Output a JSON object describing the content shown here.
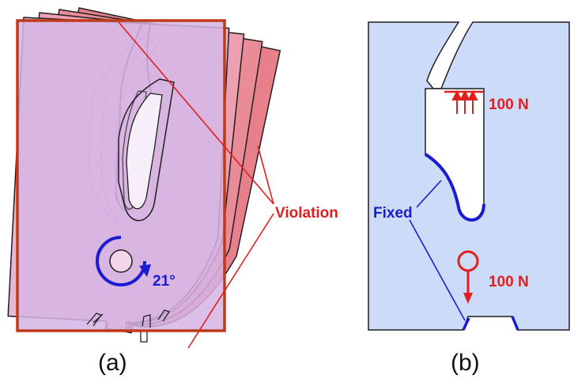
{
  "panel_a": {
    "caption": "(a)",
    "rotation_label": "21°",
    "violation_label": "Violation",
    "colors": {
      "sheet": "#e8808c",
      "sheet_front": "#d6b4e4",
      "boundary": "#c03a1a",
      "rotation": "#1b1bd2",
      "violation": "#e0201e"
    }
  },
  "panel_b": {
    "caption": "(b)",
    "fixed_label": "Fixed",
    "force_label_top": "100 N",
    "force_label_bottom": "100 N",
    "colors": {
      "body": "#ccdcf8",
      "fixed": "#1b1bd2",
      "force": "#e0201e"
    }
  }
}
